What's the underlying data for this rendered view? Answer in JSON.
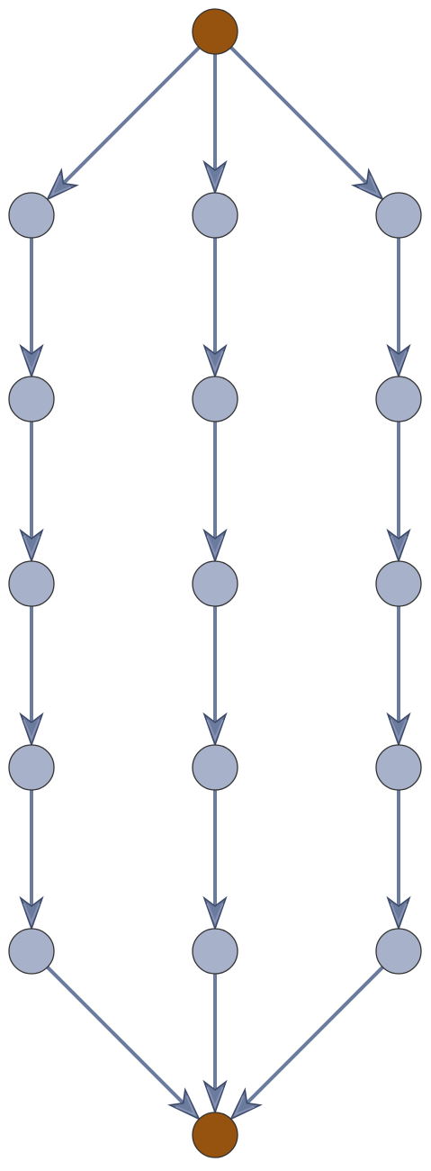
{
  "graph": {
    "type": "directed-acyclic-graph",
    "layout": "layered",
    "colors": {
      "edge": "#6b7b9e",
      "arrowhead": "#6b7b9e",
      "arrowhead_stroke": "#3e4a6a",
      "node_fill": "#a7b1ca",
      "node_stroke": "#333333",
      "terminal_node_fill": "#96520f",
      "terminal_node_stroke": "#333333"
    },
    "nodes": [
      {
        "id": "source",
        "kind": "terminal"
      },
      {
        "id": "a1",
        "kind": "regular"
      },
      {
        "id": "a2",
        "kind": "regular"
      },
      {
        "id": "a3",
        "kind": "regular"
      },
      {
        "id": "a4",
        "kind": "regular"
      },
      {
        "id": "a5",
        "kind": "regular"
      },
      {
        "id": "b1",
        "kind": "regular"
      },
      {
        "id": "b2",
        "kind": "regular"
      },
      {
        "id": "b3",
        "kind": "regular"
      },
      {
        "id": "b4",
        "kind": "regular"
      },
      {
        "id": "b5",
        "kind": "regular"
      },
      {
        "id": "c1",
        "kind": "regular"
      },
      {
        "id": "c2",
        "kind": "regular"
      },
      {
        "id": "c3",
        "kind": "regular"
      },
      {
        "id": "c4",
        "kind": "regular"
      },
      {
        "id": "c5",
        "kind": "regular"
      },
      {
        "id": "sink",
        "kind": "terminal"
      }
    ],
    "edges": [
      [
        "source",
        "a1"
      ],
      [
        "source",
        "b1"
      ],
      [
        "source",
        "c1"
      ],
      [
        "a1",
        "a2"
      ],
      [
        "a2",
        "a3"
      ],
      [
        "a3",
        "a4"
      ],
      [
        "a4",
        "a5"
      ],
      [
        "b1",
        "b2"
      ],
      [
        "b2",
        "b3"
      ],
      [
        "b3",
        "b4"
      ],
      [
        "b4",
        "b5"
      ],
      [
        "c1",
        "c2"
      ],
      [
        "c2",
        "c3"
      ],
      [
        "c3",
        "c4"
      ],
      [
        "c4",
        "c5"
      ],
      [
        "a5",
        "sink"
      ],
      [
        "b5",
        "sink"
      ],
      [
        "c5",
        "sink"
      ]
    ]
  }
}
